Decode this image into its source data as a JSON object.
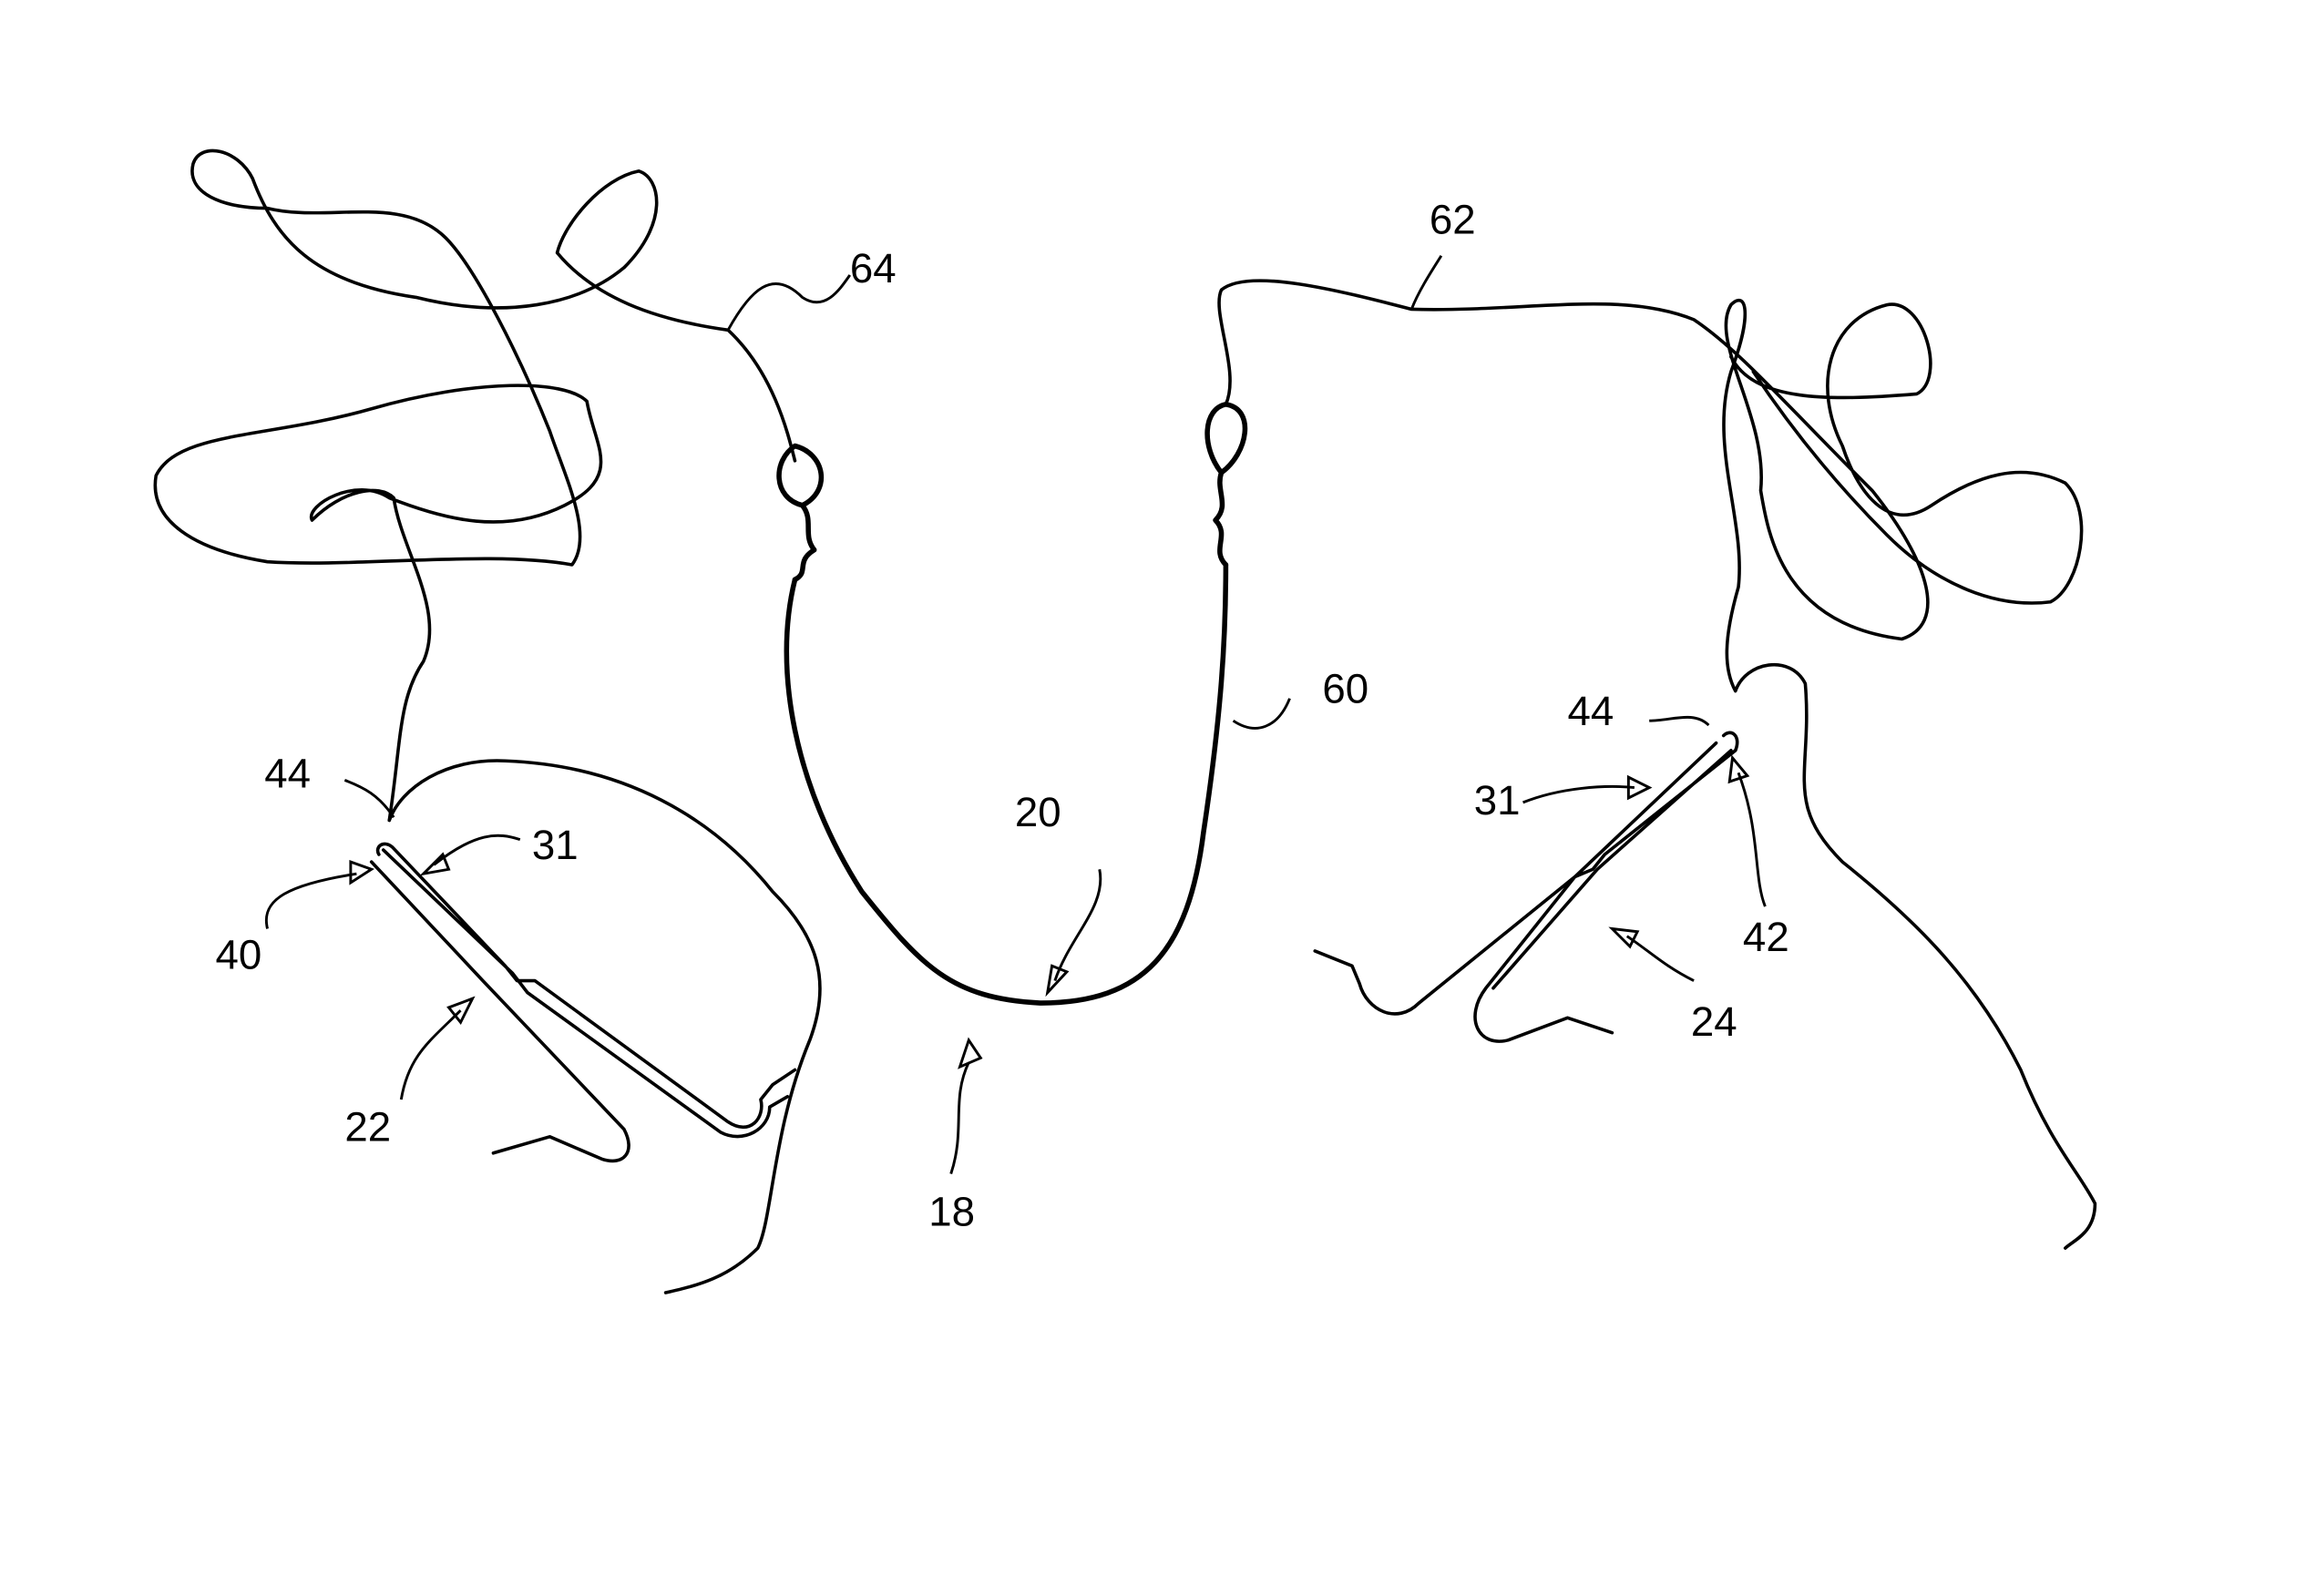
{
  "figure": {
    "labels": {
      "string_left": "64",
      "string_right": "62",
      "wire_right_segment": "60",
      "knot_left": "44",
      "knot_right": "44",
      "hook_tip_left": "31",
      "hook_tip_right": "31",
      "hook_end_left": "40",
      "hook_end_right": "42",
      "hook_left": "22",
      "hook_right": "24",
      "wire_bottom": "20",
      "assembly": "18"
    }
  }
}
